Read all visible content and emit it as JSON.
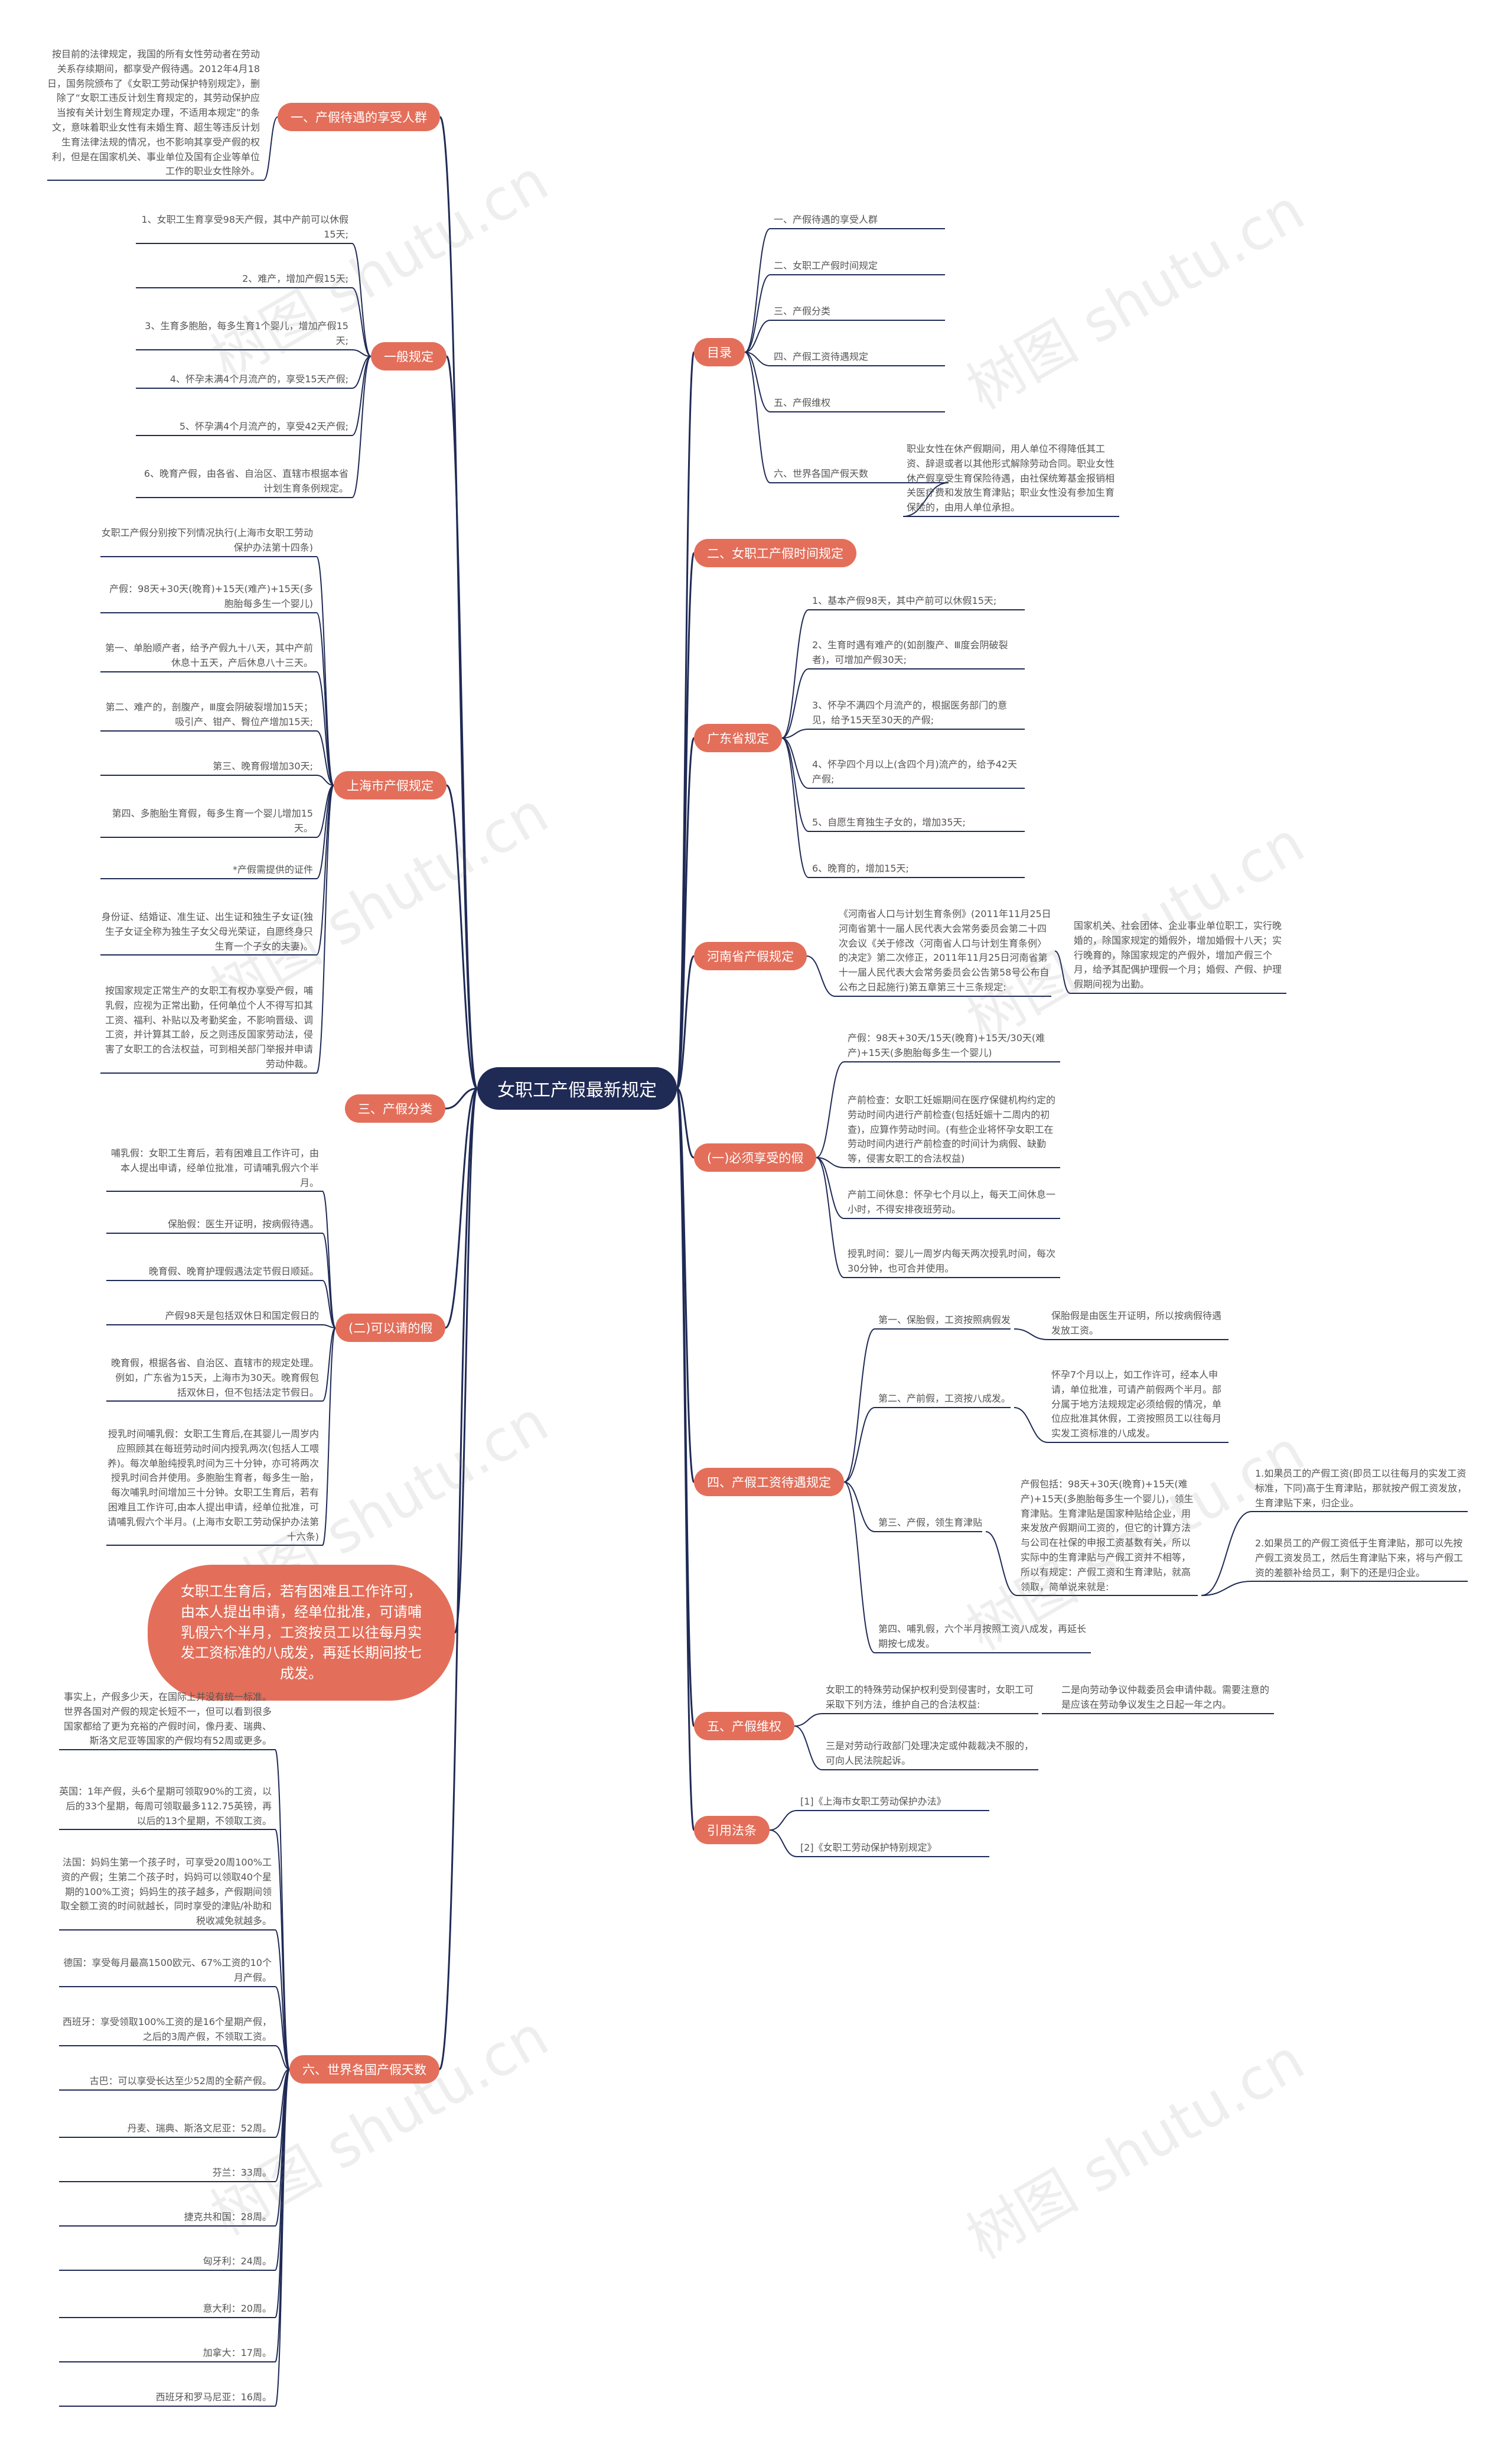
{
  "center": "女职工产假最新规定",
  "watermark": "树图 shutu.cn",
  "colors": {
    "center": "#1f2a55",
    "branch": "#e36f5b",
    "line": "#1f2a55",
    "text": "#555555"
  },
  "branches": {
    "b1": {
      "label": "一、产假待遇的享受人群",
      "leaves": [
        "按目前的法律规定，我国的所有女性劳动者在劳动关系存续期间，都享受产假待遇。2012年4月18日，国务院颁布了《女职工劳动保护特别规定》，删除了“女职工违反计划生育规定的，其劳动保护应当按有关计划生育规定办理，不适用本规定”的条文，意味着职业女性有未婚生育、超生等违反计划生育法律法规的情况，也不影响其享受产假的权利，但是在国家机关、事业单位及国有企业等单位工作的职业女性除外。"
      ]
    },
    "b2": {
      "label": "一般规定",
      "leaves": [
        "1、女职工生育享受98天产假，其中产前可以休假15天;",
        "2、难产，增加产假15天;",
        "3、生育多胞胎，每多生育1个婴儿，增加产假15天;",
        "4、怀孕未满4个月流产的，享受15天产假;",
        "5、怀孕满4个月流产的，享受42天产假;",
        "6、晚育产假，由各省、自治区、直辖市根据本省计划生育条例规定。"
      ]
    },
    "b3": {
      "label": "上海市产假规定",
      "leaves": [
        "女职工产假分别按下列情况执行(上海市女职工劳动保护办法第十四条)",
        "产假：98天+30天(晚育)+15天(难产)+15天(多胞胎每多生一个婴儿)",
        "第一、单胎顺产者，给予产假九十八天，其中产前休息十五天，产后休息八十三天。",
        "第二、难产的，剖腹产，Ⅲ度会阴破裂增加15天；吸引产、钳产、臀位产增加15天;",
        "第三、晚育假增加30天;",
        "第四、多胞胎生育假，每多生育一个婴儿增加15天。",
        "*产假需提供的证件",
        "身份证、结婚证、准生证、出生证和独生子女证(独生子女证全称为独生子女父母光荣证，自愿终身只生育一个子女的夫妻)。",
        "按国家规定正常生产的女职工有权办享受产假，哺乳假，应视为正常出勤，任何单位个人不得写扣其工资、福利、补贴以及考勤奖金，不影响晋级、调工资，并计算其工龄，反之则违反国家劳动法，侵害了女职工的合法权益，可到相关部门举报并申请劳动仲裁。"
      ]
    },
    "b4": {
      "label": "三、产假分类",
      "leaves": []
    },
    "b5": {
      "label": "(二)可以请的假",
      "leaves": [
        "哺乳假：女职工生育后，若有困难且工作许可，由本人提出申请，经单位批准，可请哺乳假六个半月。",
        "保胎假：医生开证明，按病假待遇。",
        "晚育假、晚育护理假遇法定节假日顺延。",
        "产假98天是包括双休日和国定假日的",
        "晚育假，根据各省、自治区、直辖市的规定处理。例如，广东省为15天，上海市为30天。晚育假包括双休日，但不包括法定节假日。",
        "授乳时间哺乳假：女职工生育后,在其婴儿一周岁内应照顾其在每班劳动时间内授乳两次(包括人工喂养)。每次单胎纯授乳时间为三十分钟，亦可将两次授乳时间合并使用。多胞胎生育者，每多生一胎，每次哺乳时间增加三十分钟。女职工生育后，若有困难且工作许可,由本人提出申请，经单位批准，可请哺乳假六个半月。(上海市女职工劳动保护办法第十六条)"
      ]
    },
    "b6": {
      "label": "女职工生育后，若有困难且工作许可，由本人提出申请，经单位批准，可请哺乳假六个半月，工资按员工以往每月实发工资标准的八成发，再延长期间按七成发。",
      "leaves": []
    },
    "b7": {
      "label": "六、世界各国产假天数",
      "leaves": [
        "事实上，产假多少天，在国际上并没有统一标准。世界各国对产假的规定长短不一，但可以看到很多国家都给了更为充裕的产假时间，像丹麦、瑞典、斯洛文尼亚等国家的产假均有52周或更多。",
        "英国：1年产假，头6个星期可领取90%的工资，以后的33个星期，每周可领取最多112.75英镑，再以后的13个星期，不领取工资。",
        "法国：妈妈生第一个孩子时，可享受20周100%工资的产假；生第二个孩子时，妈妈可以领取40个星期的100%工资；妈妈生的孩子越多，产假期间领取全额工资的时间就越长，同时享受的津贴/补助和税收减免就越多。",
        "德国：享受每月最高1500欧元、67%工资的10个月产假。",
        "西班牙：享受领取100%工资的是16个星期产假，之后的3周产假，不领取工资。",
        "古巴：可以享受长达至少52周的全薪产假。",
        "丹麦、瑞典、斯洛文尼亚：52周。",
        "芬兰：33周。",
        "捷克共和国：28周。",
        "匈牙利：24周。",
        "意大利：20周。",
        "加拿大：17周。",
        "西班牙和罗马尼亚：16周。"
      ]
    },
    "r1": {
      "label": "目录",
      "leaves": [
        "一、产假待遇的享受人群",
        "二、女职工产假时间规定",
        "三、产假分类",
        "四、产假工资待遇规定",
        "五、产假维权",
        "六、世界各国产假天数"
      ],
      "sub": "职业女性在休产假期间，用人单位不得降低其工资、辞退或者以其他形式解除劳动合同。职业女性休产假享受生育保险待遇，由社保统筹基金报销相关医疗费和发放生育津贴；职业女性没有参加生育保险的，由用人单位承担。"
    },
    "r2": {
      "label": "二、女职工产假时间规定",
      "leaves": []
    },
    "r3": {
      "label": "广东省规定",
      "leaves": [
        "1、基本产假98天，其中产前可以休假15天;",
        "2、生育时遇有难产的(如剖腹产、Ⅲ度会阴破裂者)，可增加产假30天;",
        "3、怀孕不满四个月流产的，根据医务部门的意见，给予15天至30天的产假;",
        "4、怀孕四个月以上(含四个月)流产的，给予42天产假;",
        "5、自愿生育独生子女的，增加35天;",
        "6、晚育的，增加15天;"
      ]
    },
    "r4": {
      "label": "河南省产假规定",
      "leaves": [
        "《河南省人口与计划生育条例》(2011年11月25日河南省第十一届人民代表大会常务委员会第二十四次会议《关于修改〈河南省人口与计划生育条例〉的决定》第二次修正，2011年11月25日河南省第十一届人民代表大会常务委员会公告第58号公布自公布之日起施行)第五章第三十三条规定:"
      ],
      "sub": "国家机关、社会团体、企业事业单位职工，实行晚婚的，除国家规定的婚假外，增加婚假十八天；实行晚育的，除国家规定的产假外，增加产假三个月，给予其配偶护理假一个月；婚假、产假、护理假期间视为出勤。"
    },
    "r5": {
      "label": "(一)必须享受的假",
      "leaves": [
        "产假：98天+30天/15天(晚育)+15天/30天(难产)+15天(多胞胎每多生一个婴儿)",
        "产前检查：女职工妊娠期间在医疗保健机构约定的劳动时间内进行产前检查(包括妊娠十二周内的初查)，应算作劳动时间。(有些企业将怀孕女职工在劳动时间内进行产前检查的时间计为病假、缺勤等，侵害女职工的合法权益)",
        "产前工间休息：怀孕七个月以上，每天工间休息一小时，不得安排夜班劳动。",
        "授乳时间：婴儿一周岁内每天两次授乳时间，每次30分钟，也可合并使用。"
      ]
    },
    "r6": {
      "label": "四、产假工资待遇规定",
      "items": [
        {
          "label": "第一、保胎假，工资按照病假发",
          "detail": "保胎假是由医生开证明，所以按病假待遇发放工资。"
        },
        {
          "label": "第二、产前假，工资按八成发。",
          "detail": "怀孕7个月以上，如工作许可，经本人申请，单位批准，可请产前假两个半月。部分属于地方法规规定必须给假的情况，单位应批准其休假，工资按照员工以往每月实发工资标准的八成发。"
        },
        {
          "label": "第三、产假，领生育津贴",
          "detail": "产假包括：98天+30天(晚育)+15天(难产)+15天(多胞胎每多生一个婴儿)，领生育津贴。生育津贴是国家种贴给企业，用来发放产假期间工资的，但它的计算方法与公司在社保的申报工资基数有关，所以实际中的生育津贴与产假工资并不相等，所以有规定：产假工资和生育津贴，就高领取，简单说来就是:",
          "notes": [
            "1.如果员工的产假工资(即员工以往每月的实发工资标准，下同)高于生育津贴，那就按产假工资发放，生育津贴下来，归企业。",
            "2.如果员工的产假工资低于生育津贴，那可以先按产假工资发员工，然后生育津贴下来，将与产假工资的差额补给员工，剩下的还是归企业。"
          ]
        },
        {
          "label": "第四、哺乳假，六个半月按照工资八成发，再延长期按七成发。",
          "detail": ""
        }
      ]
    },
    "r7": {
      "label": "五、产假维权",
      "leaves": [
        "女职工的特殊劳动保护权利受到侵害时，女职工可采取下列方法，维护自己的合法权益:",
        "三是对劳动行政部门处理决定或仲裁裁决不服的，可向人民法院起诉。"
      ],
      "sub": "二是向劳动争议仲裁委员会申请仲裁。需要注意的是应该在劳动争议发生之日起一年之内。"
    },
    "r8": {
      "label": "引用法条",
      "leaves": [
        "[1]《上海市女职工劳动保护办法》",
        "[2]《女职工劳动保护特别规定》"
      ]
    }
  }
}
